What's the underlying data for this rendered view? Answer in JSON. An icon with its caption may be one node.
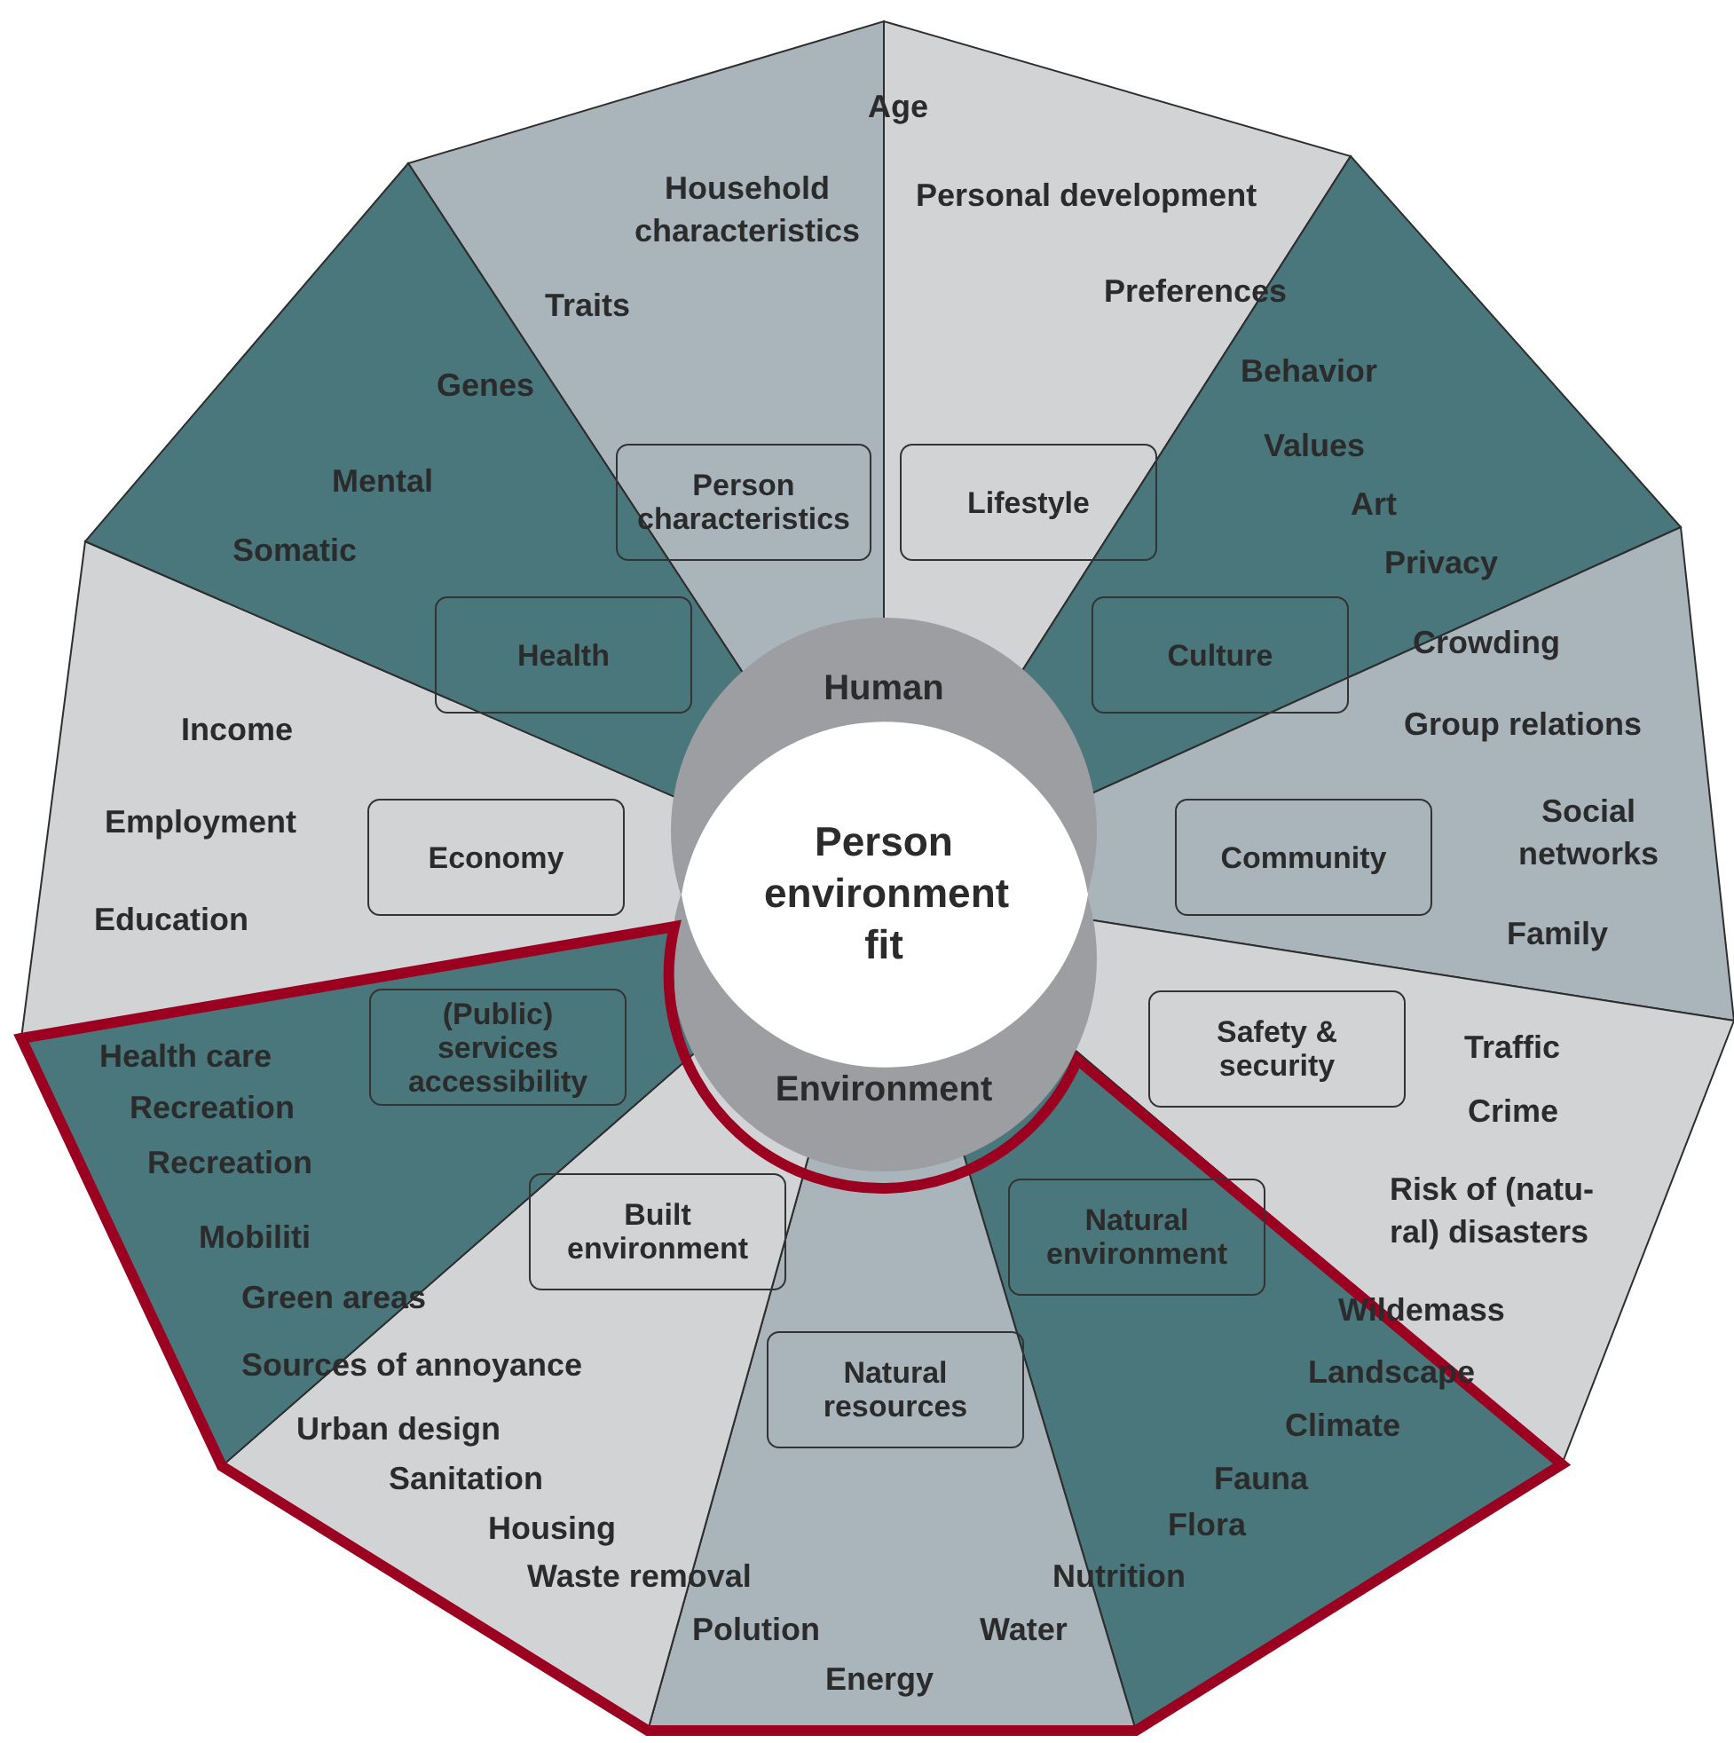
{
  "diagram": {
    "nodes": [
      {
        "text": [
          "Human",
          "Environment"
        ]
      },
      {
        "text": [
          "Person environment fit"
        ],
        "in": 0
      },
      {
        "text": [
          "Person characteristics"
        ]
      },
      {
        "text": [
          "Lifestyle"
        ]
      },
      {
        "text": [
          "Health"
        ]
      },
      {
        "text": [
          "Culture"
        ]
      },
      {
        "text": [
          "Economy"
        ]
      },
      {
        "text": [
          "Community"
        ]
      },
      {
        "text": [
          "(Public) services accessibility"
        ]
      },
      {
        "text": [
          "Safety & security"
        ]
      },
      {
        "text": [
          "Built environment"
        ]
      },
      {
        "text": [
          "Natural environment"
        ]
      },
      {
        "text": [
          "Natural resources"
        ]
      }
    ],
    "labels": [
      "Age",
      "Personal development",
      "Preferences",
      "Behavior",
      "Values",
      "Art",
      "Privacy",
      "Crowding",
      "Group relations",
      "Social networks",
      "Family",
      "Traffic",
      "Crime",
      "Risk of (natu- ral) disasters",
      "Wildemass",
      "Landscape",
      "Climate",
      "Fauna",
      "Flora",
      "Nutrition",
      "Water",
      "Energy",
      "Polution",
      "Waste removal",
      "Housing",
      "Sanitation",
      "Urban design",
      "Sources of annoyance",
      "Green areas",
      "Mobiliti",
      "Recreation",
      "Recreation",
      "Health care",
      "Education",
      "Employment",
      "Income",
      "Somatic",
      "Mental",
      "Genes",
      "Traits",
      "Household characteristics"
    ]
  }
}
